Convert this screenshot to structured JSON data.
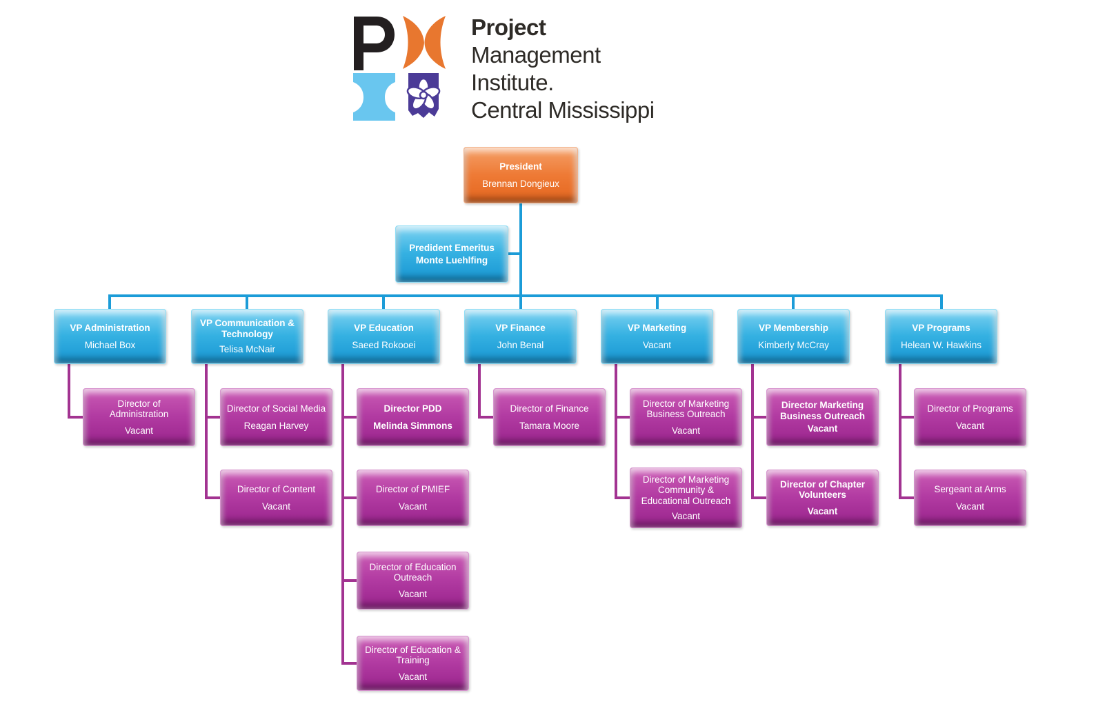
{
  "logo": {
    "brand_lines": [
      "Project",
      "Management",
      "Institute.",
      "Central Mississippi"
    ]
  },
  "colors": {
    "president_box": "#EC7330",
    "officer_box": "#29ABE2",
    "director_box": "#B23BA2",
    "connector_blue": "#1B9CD8",
    "connector_purple": "#A23391",
    "logo_orange": "#E8772F",
    "logo_black": "#231F20",
    "logo_light_blue": "#69C6EF",
    "logo_purple": "#4B3B97"
  },
  "org": {
    "nodes": [
      {
        "id": "president",
        "title": "President",
        "name": "Brennan Dongieux",
        "reports_to": null
      },
      {
        "id": "emeritus",
        "title": "Predident Emeritus",
        "name": "Monte Luehlfing",
        "reports_to": "president"
      },
      {
        "id": "vp-administration",
        "title": "VP Administration",
        "name": "Michael Box",
        "reports_to": "president"
      },
      {
        "id": "vp-communication",
        "title": "VP Communication & Technology",
        "name": "Telisa McNair",
        "reports_to": "president"
      },
      {
        "id": "vp-education",
        "title": "VP Education",
        "name": "Saeed Rokooei",
        "reports_to": "president"
      },
      {
        "id": "vp-finance",
        "title": "VP Finance",
        "name": "John Benal",
        "reports_to": "president"
      },
      {
        "id": "vp-marketing",
        "title": "VP Marketing",
        "name": "Vacant",
        "reports_to": "president"
      },
      {
        "id": "vp-membership",
        "title": "VP Membership",
        "name": "Kimberly McCray",
        "reports_to": "president"
      },
      {
        "id": "vp-programs",
        "title": "VP Programs",
        "name": "Helean W. Hawkins",
        "reports_to": "president"
      },
      {
        "id": "dir-administration",
        "title": "Director of Administration",
        "name": "Vacant",
        "reports_to": "vp-administration"
      },
      {
        "id": "dir-social-media",
        "title": "Director of Social Media",
        "name": "Reagan Harvey",
        "reports_to": "vp-communication"
      },
      {
        "id": "dir-content",
        "title": "Director of Content",
        "name": "Vacant",
        "reports_to": "vp-communication"
      },
      {
        "id": "dir-pdd",
        "title": "Director PDD",
        "name": "Melinda Simmons",
        "reports_to": "vp-education"
      },
      {
        "id": "dir-pmief",
        "title": "Director of PMIEF",
        "name": "Vacant",
        "reports_to": "vp-education"
      },
      {
        "id": "dir-education-outreach",
        "title": "Director of Education Outreach",
        "name": "Vacant",
        "reports_to": "vp-education"
      },
      {
        "id": "dir-education-training",
        "title": "Director of Education & Training",
        "name": "Vacant",
        "reports_to": "vp-education"
      },
      {
        "id": "dir-finance",
        "title": "Director of Finance",
        "name": "Tamara Moore",
        "reports_to": "vp-finance"
      },
      {
        "id": "dir-marketing-business",
        "title": "Director of Marketing Business Outreach",
        "name": "Vacant",
        "reports_to": "vp-marketing"
      },
      {
        "id": "dir-marketing-community",
        "title": "Director of Marketing Community & Educational Outreach",
        "name": "Vacant",
        "reports_to": "vp-marketing"
      },
      {
        "id": "dir-membership-business",
        "title": "Director Marketing Business Outreach",
        "name": "Vacant",
        "reports_to": "vp-membership"
      },
      {
        "id": "dir-chapter-volunteers",
        "title": "Director of Chapter Volunteers",
        "name": "Vacant",
        "reports_to": "vp-membership"
      },
      {
        "id": "dir-programs",
        "title": "Director of Programs",
        "name": "Vacant",
        "reports_to": "vp-programs"
      },
      {
        "id": "sergeant-at-arms",
        "title": "Sergeant at Arms",
        "name": "Vacant",
        "reports_to": "vp-programs"
      }
    ]
  }
}
